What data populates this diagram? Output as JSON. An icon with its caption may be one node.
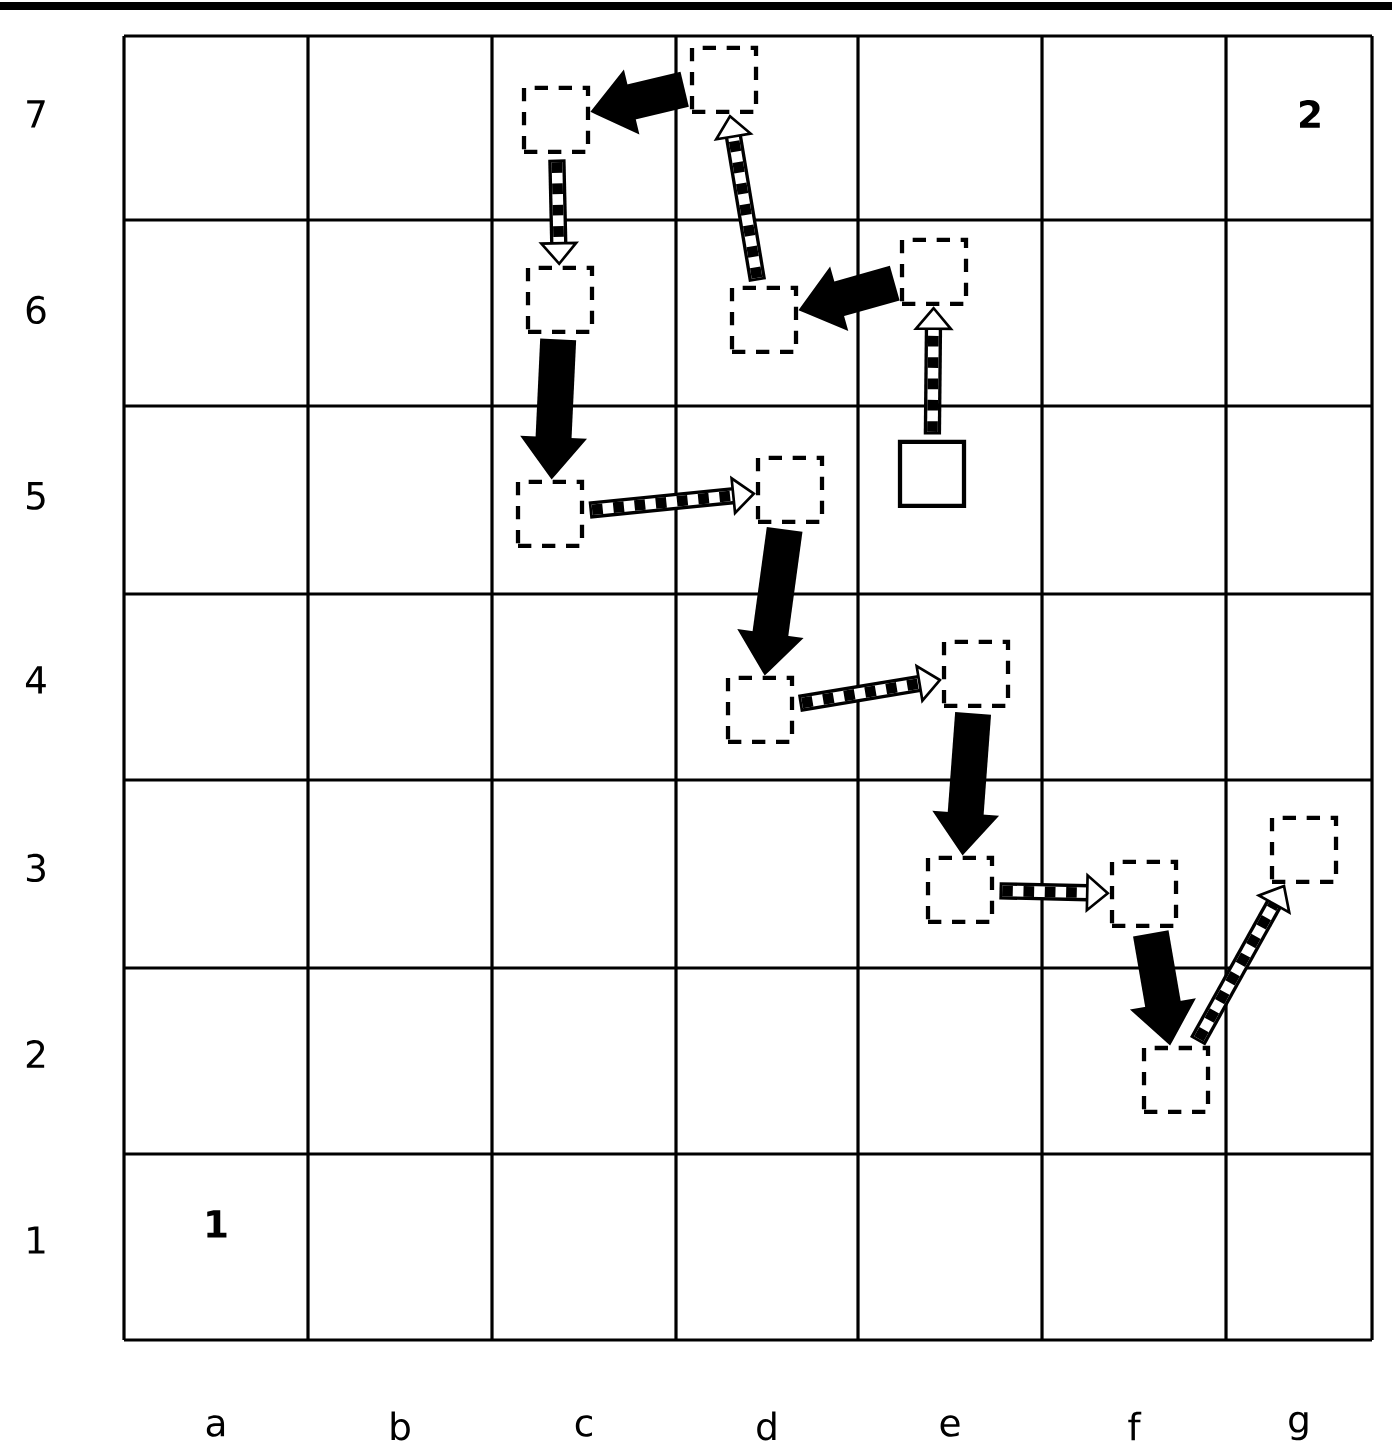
{
  "diagram": {
    "nodes": [
      {
        "text": [],
        "shape": "square"
      },
      {
        "text": [],
        "shape": "box"
      },
      {
        "text": [],
        "shape": "box"
      },
      {
        "text": [],
        "shape": "box"
      },
      {
        "text": [],
        "shape": "box"
      },
      {
        "text": [],
        "shape": "box"
      },
      {
        "text": [],
        "shape": "box"
      },
      {
        "text": [],
        "shape": "box"
      },
      {
        "text": [],
        "shape": "box"
      },
      {
        "text": [],
        "shape": "box"
      },
      {
        "text": [],
        "shape": "box"
      },
      {
        "text": [],
        "shape": "box"
      },
      {
        "text": [],
        "shape": "box"
      },
      {
        "text": [],
        "shape": "box"
      }
    ],
    "edges": [
      {
        "from": 0,
        "to": 1,
        "arrow": "to"
      },
      {
        "from": 1,
        "to": 2,
        "arrow": "to",
        "style": "thick"
      },
      {
        "from": 2,
        "to": 3,
        "arrow": "to"
      },
      {
        "from": 3,
        "to": 4,
        "arrow": "to",
        "style": "thick"
      },
      {
        "from": 4,
        "to": 5,
        "arrow": "to"
      },
      {
        "from": 5,
        "to": 6,
        "arrow": "to",
        "style": "thick"
      },
      {
        "from": 6,
        "to": 7,
        "arrow": "to"
      },
      {
        "from": 7,
        "to": 8,
        "arrow": "to",
        "style": "thick"
      },
      {
        "from": 8,
        "to": 9,
        "arrow": "to"
      },
      {
        "from": 9,
        "to": 10,
        "arrow": "to",
        "style": "thick"
      },
      {
        "from": 10,
        "to": 11,
        "arrow": "to"
      },
      {
        "from": 11,
        "to": 12,
        "arrow": "to",
        "style": "thick"
      },
      {
        "from": 12,
        "to": 13,
        "arrow": "to"
      }
    ],
    "labels": [
      "7",
      "2",
      "6",
      "5",
      "4",
      "3",
      "2",
      "1",
      "1",
      "a",
      "b",
      "c",
      "d",
      "e",
      "f",
      "g"
    ]
  }
}
